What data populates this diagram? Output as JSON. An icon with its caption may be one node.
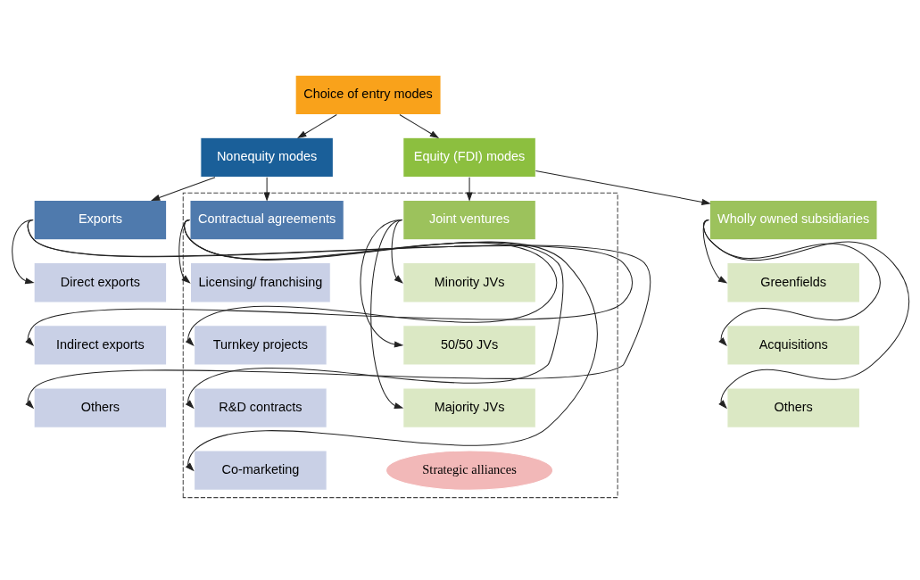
{
  "diagram": {
    "nodes": [
      {
        "text": [
          "Choice of entry modes"
        ]
      },
      {
        "text": [
          "Nonequity modes"
        ]
      },
      {
        "text": [
          "Equity (FDI) modes"
        ]
      },
      {
        "text": [
          "Exports"
        ]
      },
      {
        "text": [
          "Direct exports"
        ]
      },
      {
        "text": [
          "Indirect exports"
        ]
      },
      {
        "text": [
          "Others"
        ]
      },
      {
        "text": [],
        "shape": "box"
      },
      {
        "text": [
          "Contractual agreements"
        ],
        "in": 7
      },
      {
        "text": [
          "Licensing/ franchising"
        ],
        "in": 7
      },
      {
        "text": [
          "Turnkey projects"
        ],
        "in": 7
      },
      {
        "text": [
          "R&D contracts"
        ],
        "in": 7
      },
      {
        "text": [
          "Co-marketing"
        ],
        "in": 7
      },
      {
        "text": [
          "Joint ventures"
        ],
        "in": 7
      },
      {
        "text": [
          "Minority JVs"
        ],
        "in": 7
      },
      {
        "text": [
          "50/50 JVs"
        ],
        "in": 7
      },
      {
        "text": [
          "Majority JVs"
        ],
        "in": 7
      },
      {
        "text": [
          "Strategic alliances"
        ],
        "in": 7
      },
      {
        "text": [
          "Wholly owned subsidiaries"
        ]
      },
      {
        "text": [
          "Greenfields"
        ]
      },
      {
        "text": [
          "Acquisitions"
        ]
      },
      {
        "text": [
          "Others"
        ]
      }
    ],
    "edges": [
      {
        "from": 0,
        "to": 1,
        "arrow": "to"
      },
      {
        "from": 0,
        "to": 2,
        "arrow": "to"
      },
      {
        "from": 1,
        "to": 3,
        "arrow": "to"
      },
      {
        "from": 1,
        "to": 8,
        "arrow": "to"
      },
      {
        "from": 2,
        "to": 13,
        "arrow": "to"
      },
      {
        "from": 2,
        "to": 18,
        "arrow": "to"
      },
      {
        "from": 3,
        "to": 4,
        "arrow": "to"
      },
      {
        "from": 3,
        "to": 5,
        "arrow": "to"
      },
      {
        "from": 3,
        "to": 6,
        "arrow": "to"
      },
      {
        "from": 8,
        "to": 9,
        "arrow": "to"
      },
      {
        "from": 8,
        "to": 10,
        "arrow": "to"
      },
      {
        "from": 8,
        "to": 11,
        "arrow": "to"
      },
      {
        "from": 8,
        "to": 12,
        "arrow": "to"
      },
      {
        "from": 13,
        "to": 14,
        "arrow": "to"
      },
      {
        "from": 13,
        "to": 15,
        "arrow": "to"
      },
      {
        "from": 13,
        "to": 16,
        "arrow": "to"
      },
      {
        "from": 18,
        "to": 19,
        "arrow": "to"
      },
      {
        "from": 18,
        "to": 20,
        "arrow": "to"
      },
      {
        "from": 18,
        "to": 21,
        "arrow": "to"
      }
    ]
  }
}
